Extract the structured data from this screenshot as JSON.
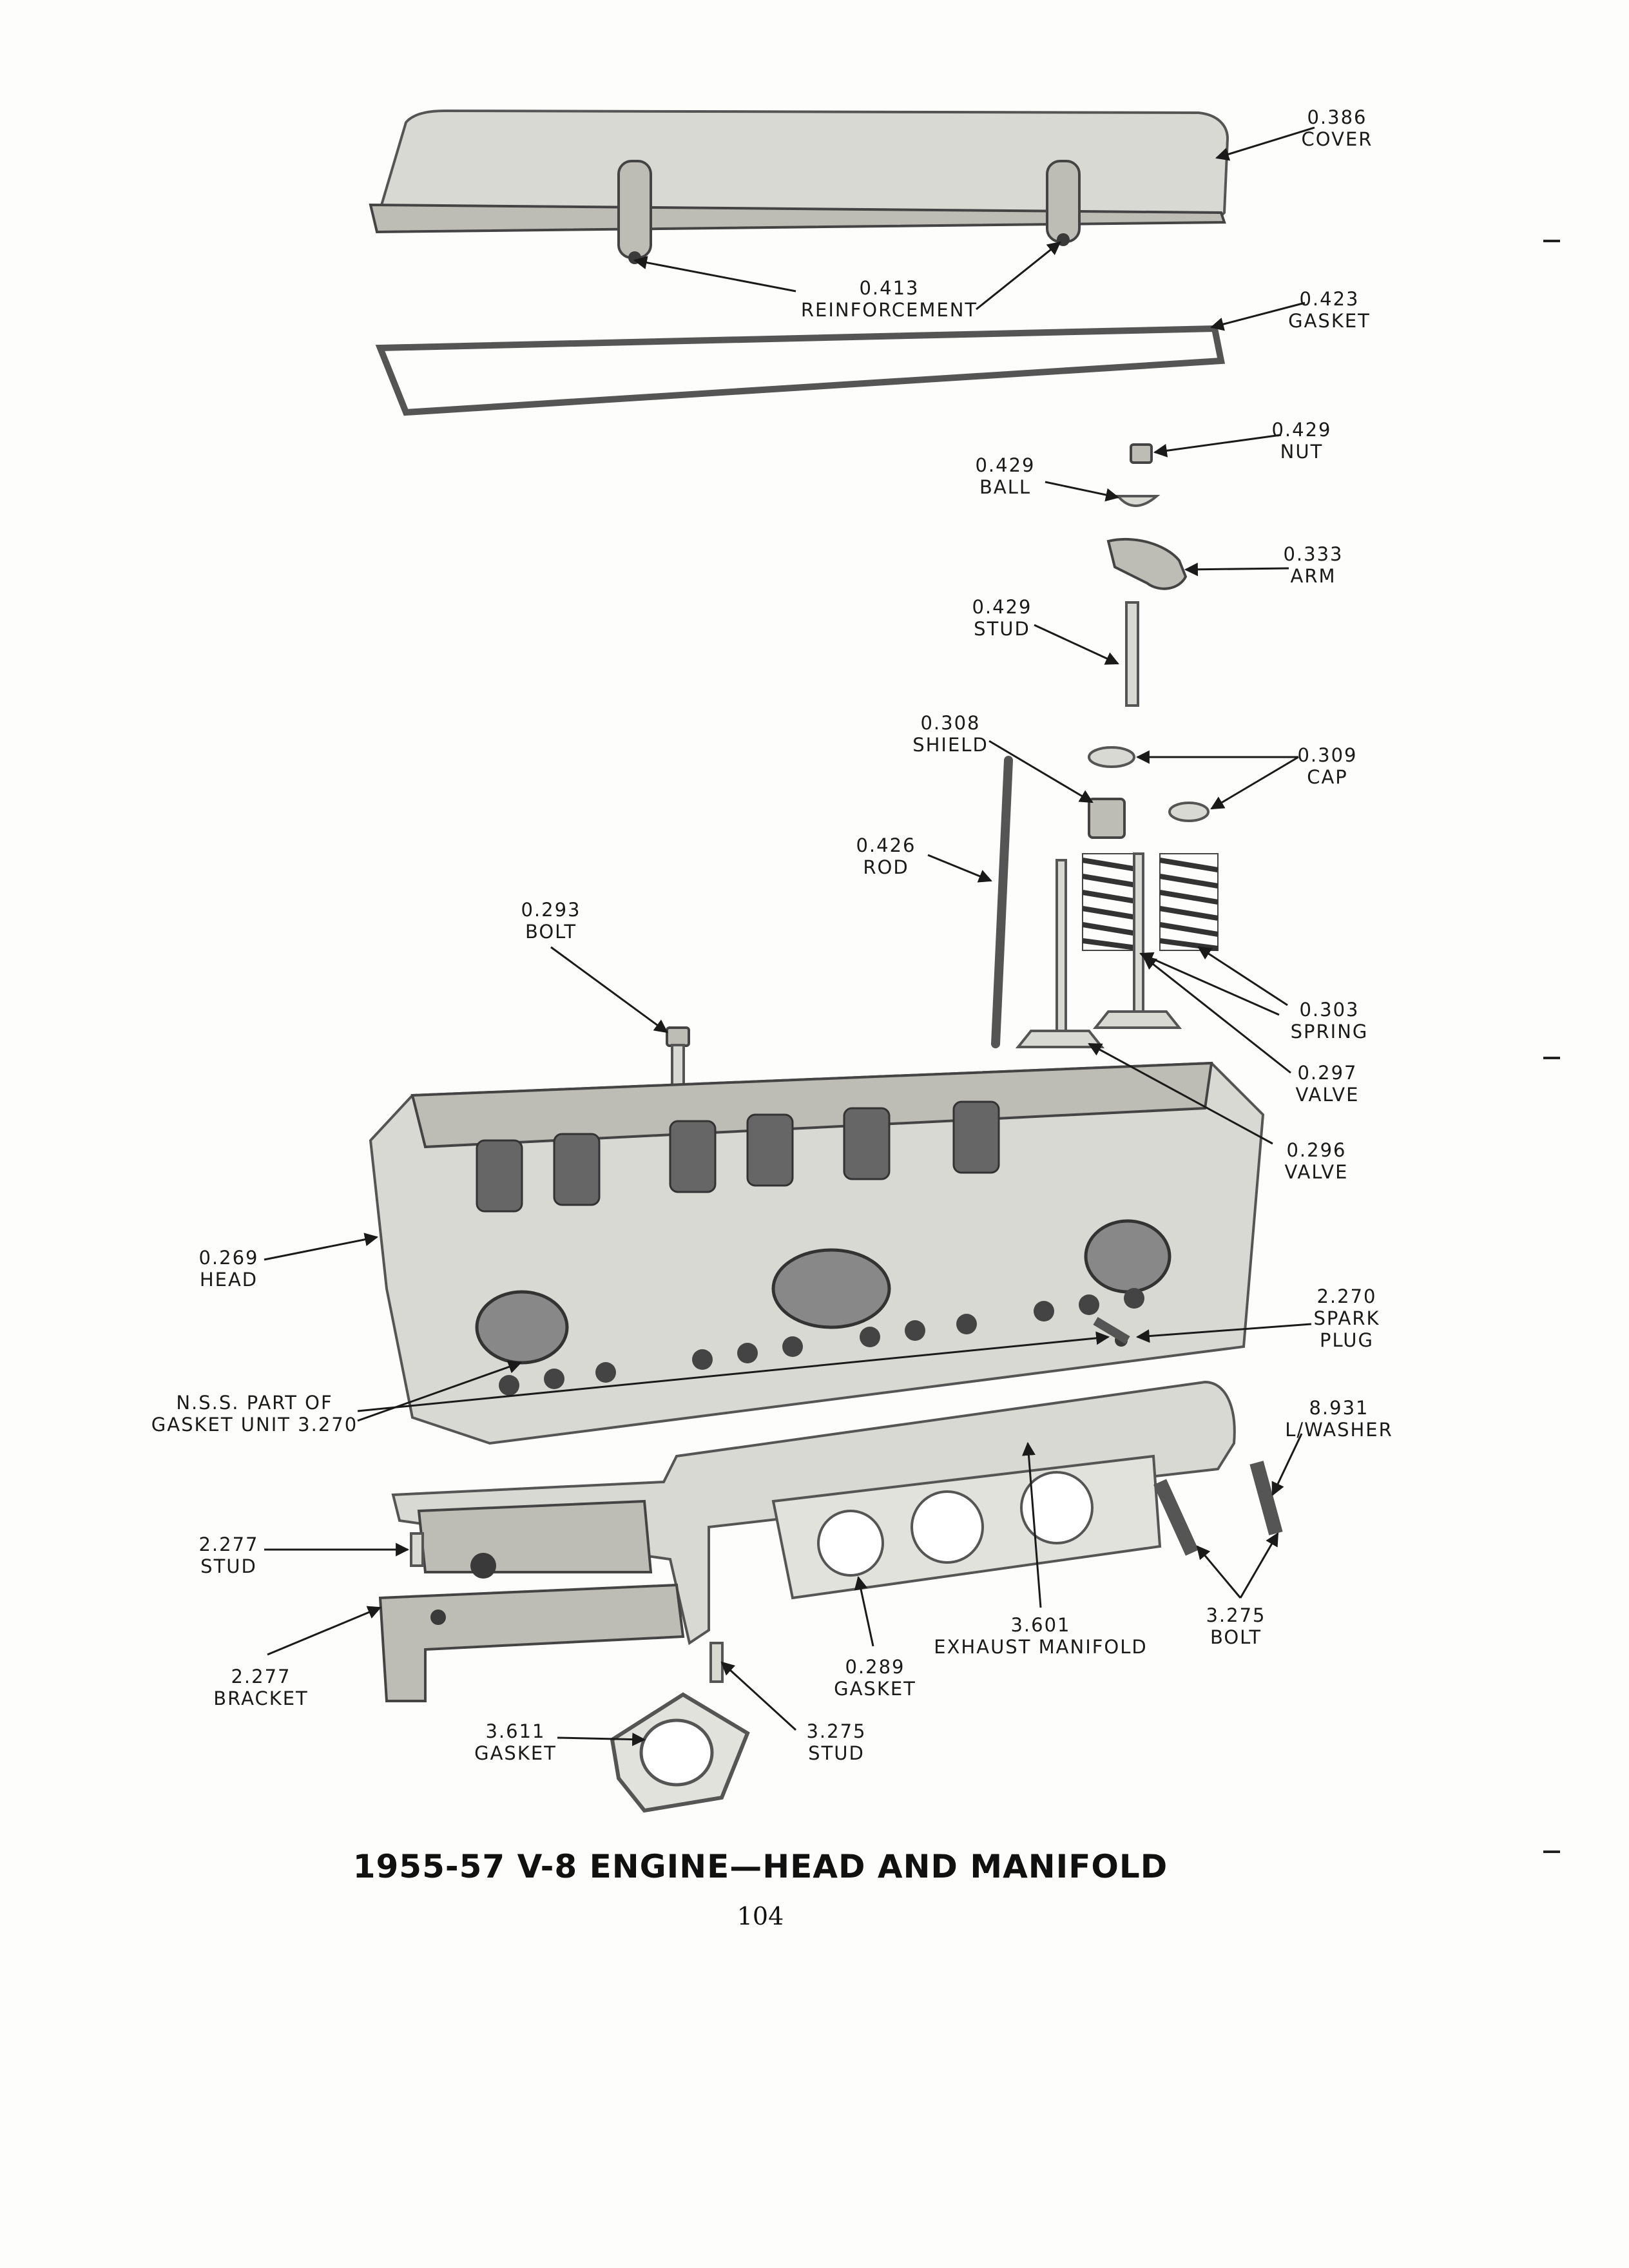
{
  "callouts": {
    "cover": {
      "number": "0.386",
      "name": "COVER"
    },
    "reinforcement": {
      "number": "0.413",
      "name": "REINFORCEMENT"
    },
    "gasket_top": {
      "number": "0.423",
      "name": "GASKET"
    },
    "nut": {
      "number": "0.429",
      "name": "NUT"
    },
    "ball": {
      "number": "0.429",
      "name": "BALL"
    },
    "arm": {
      "number": "0.333",
      "name": "ARM"
    },
    "stud_rocker": {
      "number": "0.429",
      "name": "STUD"
    },
    "shield": {
      "number": "0.308",
      "name": "SHIELD"
    },
    "cap": {
      "number": "0.309",
      "name": "CAP"
    },
    "rod": {
      "number": "0.426",
      "name": "ROD"
    },
    "bolt_head": {
      "number": "0.293",
      "name": "BOLT"
    },
    "spring": {
      "number": "0.303",
      "name": "SPRING"
    },
    "valve_exhaust": {
      "number": "0.297",
      "name": "VALVE"
    },
    "valve_intake": {
      "number": "0.296",
      "name": "VALVE"
    },
    "head": {
      "number": "0.269",
      "name": "HEAD"
    },
    "spark_plug": {
      "number": "2.270",
      "name": "SPARK",
      "name2": "PLUG"
    },
    "nss": {
      "line1": "N.S.S. PART OF",
      "line2": "GASKET UNIT 3.270"
    },
    "lock_washer": {
      "number": "8.931",
      "name": "L/WASHER"
    },
    "stud_bracket": {
      "number": "2.277",
      "name": "STUD"
    },
    "bracket": {
      "number": "2.277",
      "name": "BRACKET"
    },
    "exhaust_manifold": {
      "number": "3.601",
      "name": "EXHAUST MANIFOLD"
    },
    "bolt_manifold": {
      "number": "3.275",
      "name": "BOLT"
    },
    "gasket_head": {
      "number": "0.289",
      "name": "GASKET"
    },
    "gasket_flange": {
      "number": "3.611",
      "name": "GASKET"
    },
    "stud_manifold": {
      "number": "3.275",
      "name": "STUD"
    }
  },
  "title": "1955-57 V-8 ENGINE—HEAD AND MANIFOLD",
  "page_number": "104"
}
